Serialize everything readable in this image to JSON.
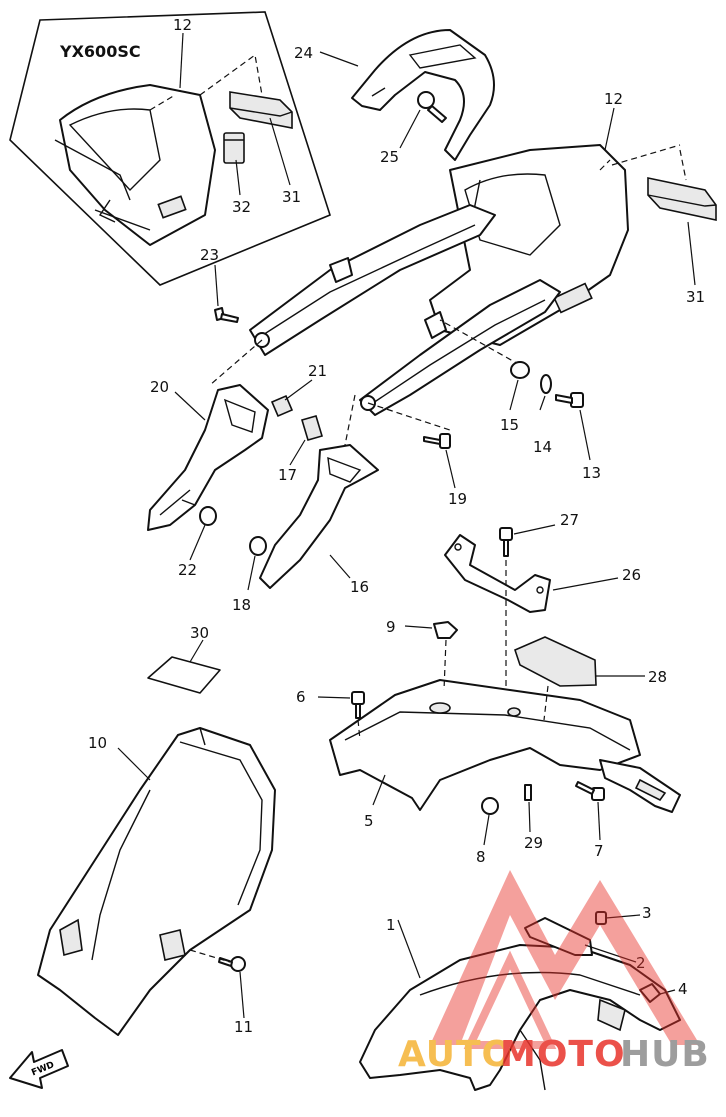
{
  "diagram": {
    "inset_model_label": "YX600SC",
    "fwd_label": "FWD",
    "part_numbers": {
      "p1": "1",
      "p2": "2",
      "p3": "3",
      "p4": "4",
      "p5": "5",
      "p6": "6",
      "p7": "7",
      "p8": "8",
      "p9": "9",
      "p10": "10",
      "p11": "11",
      "p12_inset": "12",
      "p12_main": "12",
      "p13": "13",
      "p14": "14",
      "p15": "15",
      "p16": "16",
      "p17": "17",
      "p18": "18",
      "p19": "19",
      "p20": "20",
      "p21": "21",
      "p22": "22",
      "p23": "23",
      "p24": "24",
      "p25": "25",
      "p26": "26",
      "p27": "27",
      "p28": "28",
      "p29": "29",
      "p30": "30",
      "p31_inset": "31",
      "p31_main": "31",
      "p32": "32"
    }
  },
  "watermark": {
    "text_part1": "AUTO",
    "text_part2": "MOTO",
    "text_part3": "HUB",
    "color_orange": "#f5b335",
    "color_red": "#e8332b",
    "color_gray": "#8c8c8c"
  }
}
